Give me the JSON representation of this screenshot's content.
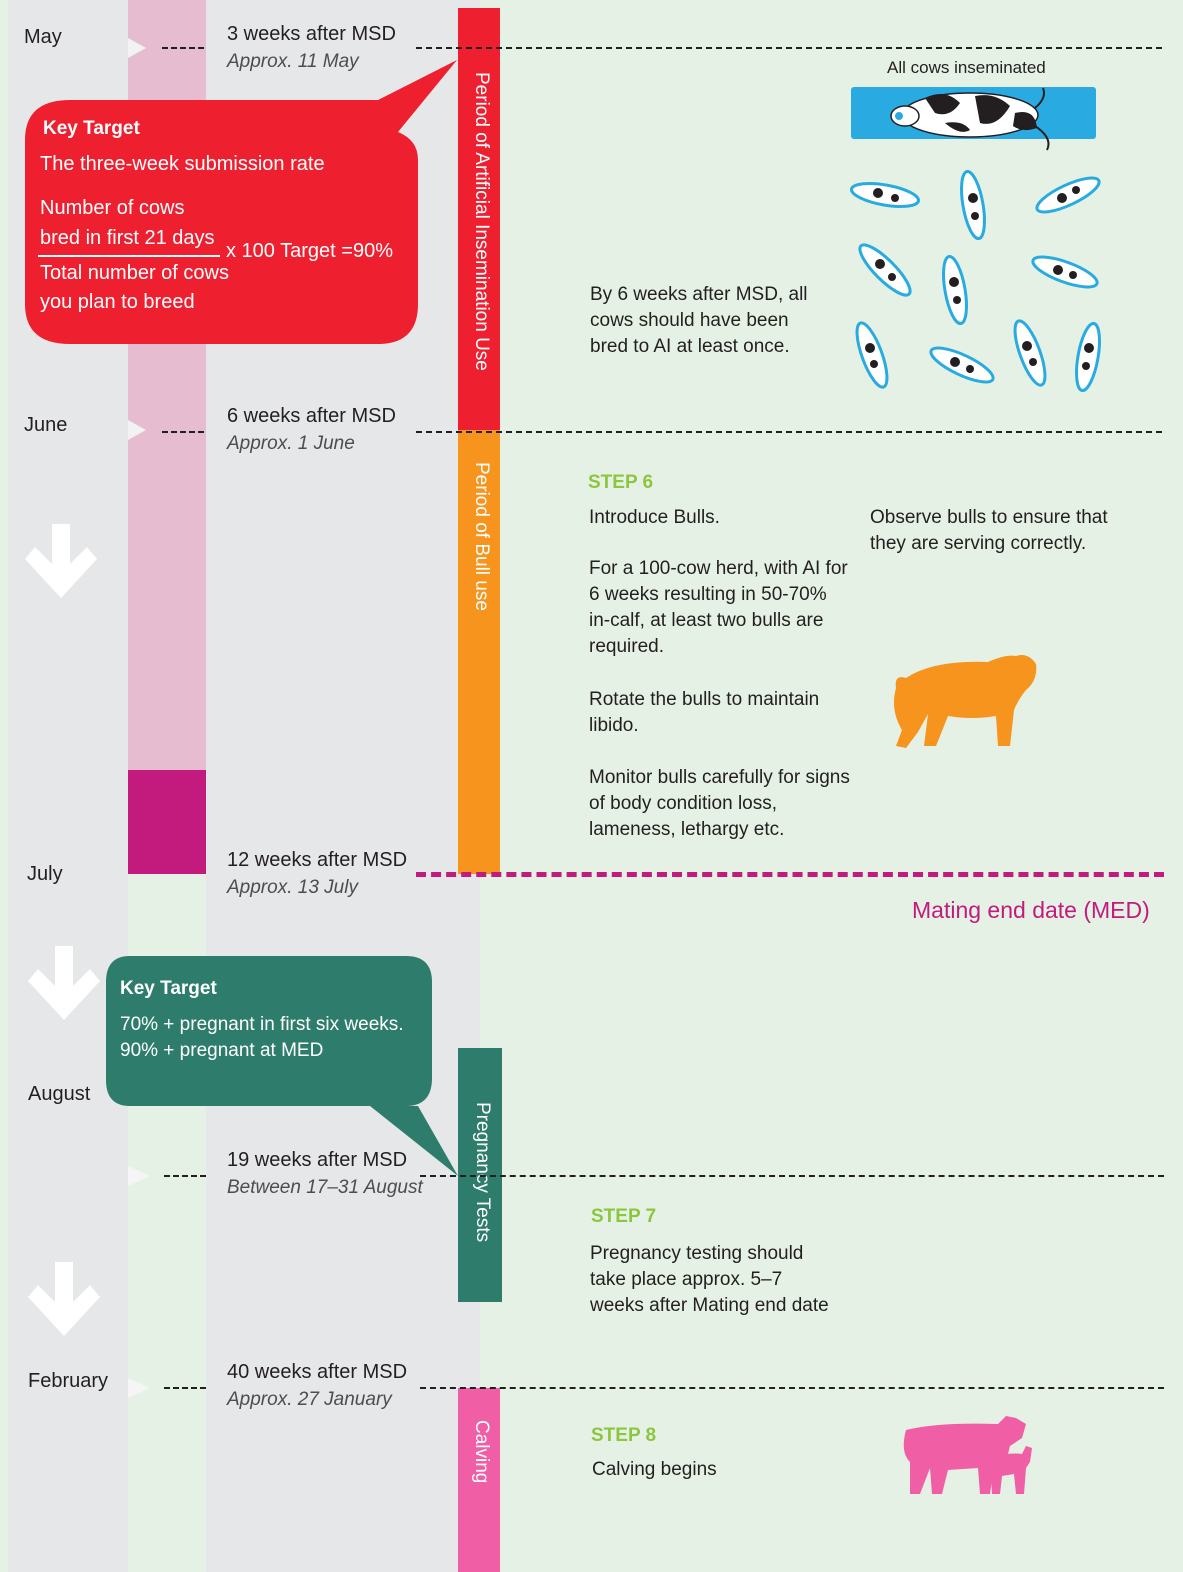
{
  "months": {
    "may": "May",
    "june": "June",
    "july": "July",
    "august": "August",
    "february": "February"
  },
  "milestones": [
    {
      "weeks": "3 weeks after MSD",
      "approx": "Approx. 11 May"
    },
    {
      "weeks": "6 weeks after MSD",
      "approx": "Approx. 1 June"
    },
    {
      "weeks": "12 weeks after MSD",
      "approx": "Approx. 13 July"
    },
    {
      "weeks": "19 weeks after MSD",
      "approx": "Between 17–31 August"
    },
    {
      "weeks": "40 weeks after MSD",
      "approx": "Approx. 27 January"
    }
  ],
  "periods": {
    "ai": "Period of Artificial Insemination Use",
    "bull": "Period of Bull use",
    "pregnancy": "Pregnancy Tests",
    "calving": "Calving"
  },
  "key_target_1": {
    "heading": "Key Target",
    "subtitle": "The three-week submission rate",
    "numerator_1": "Number of cows",
    "numerator_2": "bred in first 21 days",
    "multiplier": "x 100 Target =90%",
    "denominator_1": "Total number of cows",
    "denominator_2": "you plan to breed"
  },
  "key_target_2": {
    "heading": "Key Target",
    "line1": "70% + pregnant in first six weeks.",
    "line2": "90% + pregnant at MED"
  },
  "ai_section": {
    "all_inseminated": "All cows inseminated",
    "note": "By 6 weeks after MSD, all cows should have been bred to AI at least once."
  },
  "step6": {
    "label": "STEP 6",
    "p1": "Introduce Bulls.",
    "p2": "For a 100-cow herd, with AI for 6  weeks resulting in 50-70% in-calf, at least two bulls are required.",
    "p3": "Rotate the bulls to maintain libido.",
    "p4": "Monitor bulls carefully for signs of body condition loss, lameness, lethargy etc.",
    "side": "Observe bulls to ensure that they are serving correctly."
  },
  "med_label": "Mating end date (MED)",
  "step7": {
    "label": "STEP 7",
    "text": "Pregnancy testing should take place approx. 5–7 weeks after Mating end date"
  },
  "step8": {
    "label": "STEP 8",
    "text": "Calving begins"
  },
  "colors": {
    "ai": "#ee2030",
    "bull": "#f7941d",
    "pregnancy": "#2e7d6c",
    "calving": "#f05fa6",
    "med": "#c21b7d",
    "step": "#8cc63f",
    "cow_bg": "#29abe2"
  }
}
